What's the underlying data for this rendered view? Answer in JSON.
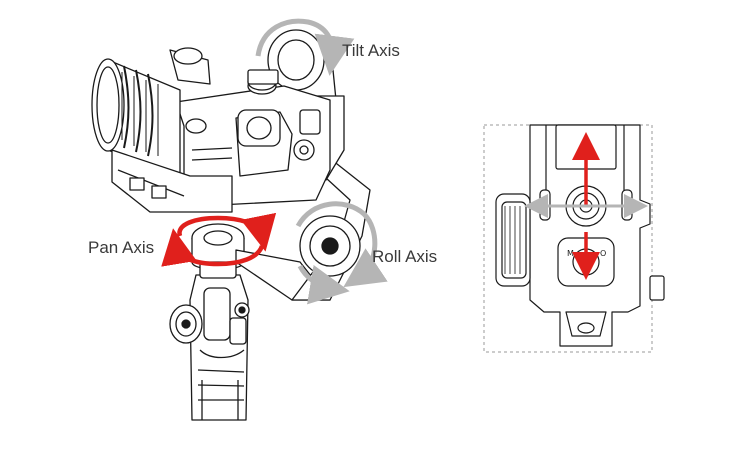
{
  "labels": {
    "tilt_axis": "Tilt Axis",
    "pan_axis": "Pan Axis",
    "roll_axis": "Roll Axis"
  },
  "colors": {
    "line": "#1a1a1a",
    "rotation_arrow_red": "#e0201c",
    "rotation_arrow_gray": "#9a9a9a",
    "direction_arrow_gray": "#b8b8b8",
    "inset_border": "#9a9a9a"
  }
}
